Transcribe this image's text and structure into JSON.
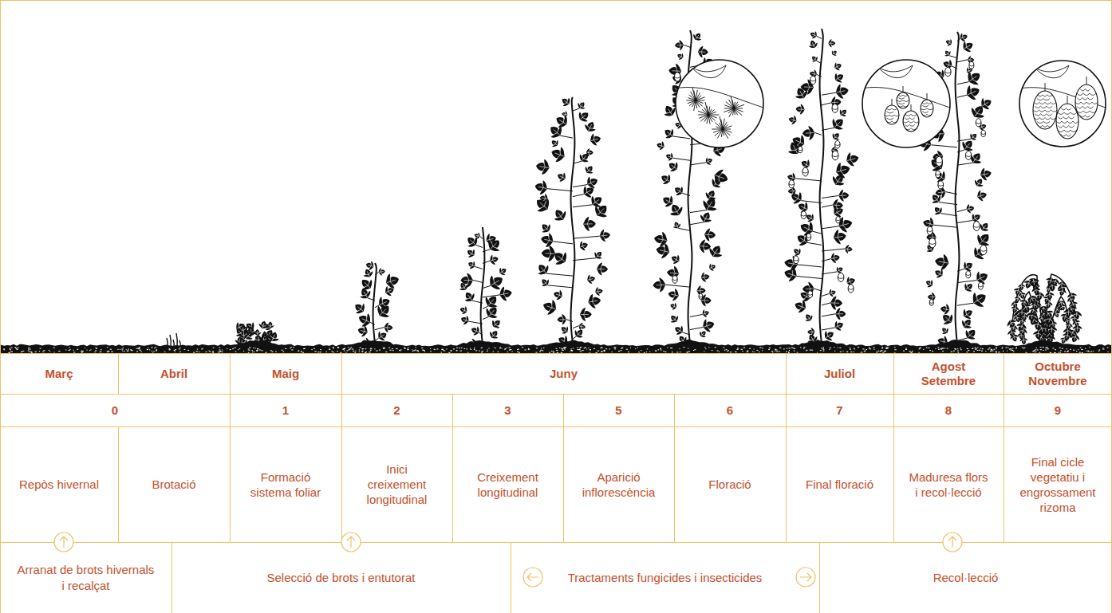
{
  "diagram": {
    "nodes": [
      {
        "text": [
          "Març"
        ]
      },
      {
        "text": [
          "Abril"
        ]
      },
      {
        "text": [
          "Maig"
        ]
      },
      {
        "text": [
          "Juny"
        ]
      },
      {
        "text": [
          "Juliol"
        ]
      },
      {
        "text": [
          "Agost Setembre"
        ]
      },
      {
        "text": [
          "Octubre Novembre"
        ]
      },
      {
        "text": [
          "0"
        ]
      },
      {
        "text": [
          "1"
        ]
      },
      {
        "text": [
          "2"
        ]
      },
      {
        "text": [
          "3"
        ]
      },
      {
        "text": [
          "5"
        ]
      },
      {
        "text": [
          "6"
        ]
      },
      {
        "text": [
          "7"
        ]
      },
      {
        "text": [
          "8"
        ]
      },
      {
        "text": [
          "9"
        ]
      },
      {
        "text": [
          "Repòs hivernal"
        ]
      },
      {
        "text": [
          "Brotació"
        ]
      },
      {
        "text": [
          "Formació sistema foliar"
        ]
      },
      {
        "text": [
          "Inici creixement longitudinal"
        ]
      },
      {
        "text": [
          "Creixement longitudinal"
        ]
      },
      {
        "text": [
          "Aparició inflorescència"
        ]
      },
      {
        "text": [
          "Floració"
        ]
      },
      {
        "text": [
          "Final floració"
        ]
      },
      {
        "text": [
          "Maduresa flors i recol·lecció"
        ]
      },
      {
        "text": [
          "Final cicle vegetatiu i engrossament rizoma"
        ]
      },
      {
        "text": [
          "Arranat de brots hivernals i recalçat"
        ]
      },
      {
        "text": [
          "Selecció de brots i entutorat"
        ]
      },
      {
        "text": [
          "Tractaments fungicides i insecticides"
        ]
      },
      {
        "text": [
          "Recol·lecció"
        ]
      }
    ]
  }
}
